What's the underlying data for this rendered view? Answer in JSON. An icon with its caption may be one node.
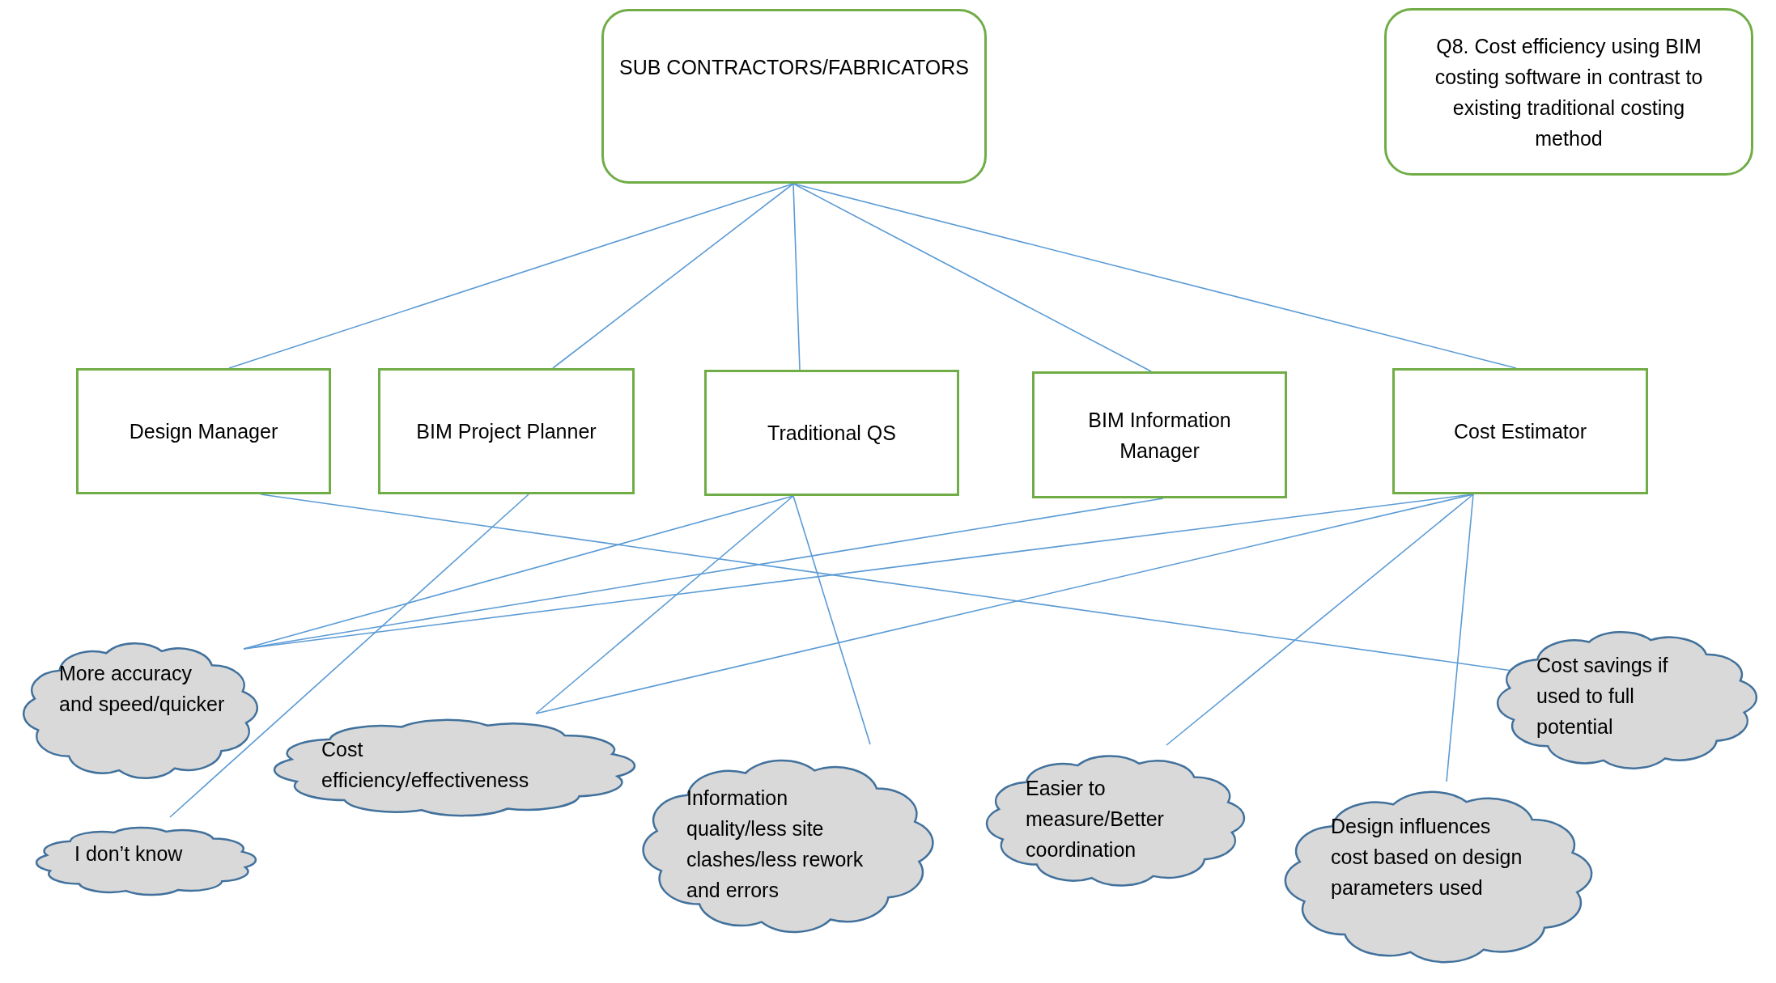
{
  "diagram": {
    "nodes": [
      {
        "text": [
          "SUB CONTRACTORS/FABRICATORS"
        ]
      },
      {
        "text": [
          "Q8. Cost efficiency using BIM costing software in contrast to existing traditional costing method"
        ]
      },
      {
        "text": [
          "Design Manager"
        ]
      },
      {
        "text": [
          "BIM Project Planner"
        ]
      },
      {
        "text": [
          "Traditional QS"
        ]
      },
      {
        "text": [
          "BIM Information Manager"
        ]
      },
      {
        "text": [
          "Cost Estimator"
        ]
      },
      {
        "text": [
          "More accuracy and speed/quicker"
        ]
      },
      {
        "text": [
          "Cost efficiency/effectiveness"
        ]
      },
      {
        "text": [
          "I don’t know"
        ]
      },
      {
        "text": [
          "Information quality/less site clashes/less rework and errors"
        ]
      },
      {
        "text": [
          "Easier to measure/Better coordination"
        ]
      },
      {
        "text": [
          "Design influences cost based on design parameters used"
        ]
      },
      {
        "text": [
          "Cost savings if used to full potential"
        ]
      }
    ],
    "edges": [
      {
        "from": 0,
        "to": 2,
        "arrow": "none"
      },
      {
        "from": 0,
        "to": 3,
        "arrow": "none"
      },
      {
        "from": 0,
        "to": 4,
        "arrow": "none"
      },
      {
        "from": 0,
        "to": 5,
        "arrow": "none"
      },
      {
        "from": 0,
        "to": 6,
        "arrow": "none"
      },
      {
        "from": 2,
        "to": 13,
        "arrow": "none"
      },
      {
        "from": 3,
        "to": 9,
        "arrow": "none"
      },
      {
        "from": 4,
        "to": 7,
        "arrow": "none"
      },
      {
        "from": 4,
        "to": 8,
        "arrow": "none"
      },
      {
        "from": 4,
        "to": 10,
        "arrow": "none"
      },
      {
        "from": 5,
        "to": 7,
        "arrow": "none"
      },
      {
        "from": 6,
        "to": 7,
        "arrow": "none"
      },
      {
        "from": 6,
        "to": 8,
        "arrow": "none"
      },
      {
        "from": 6,
        "to": 11,
        "arrow": "none"
      },
      {
        "from": 6,
        "to": 12,
        "arrow": "none"
      }
    ]
  }
}
